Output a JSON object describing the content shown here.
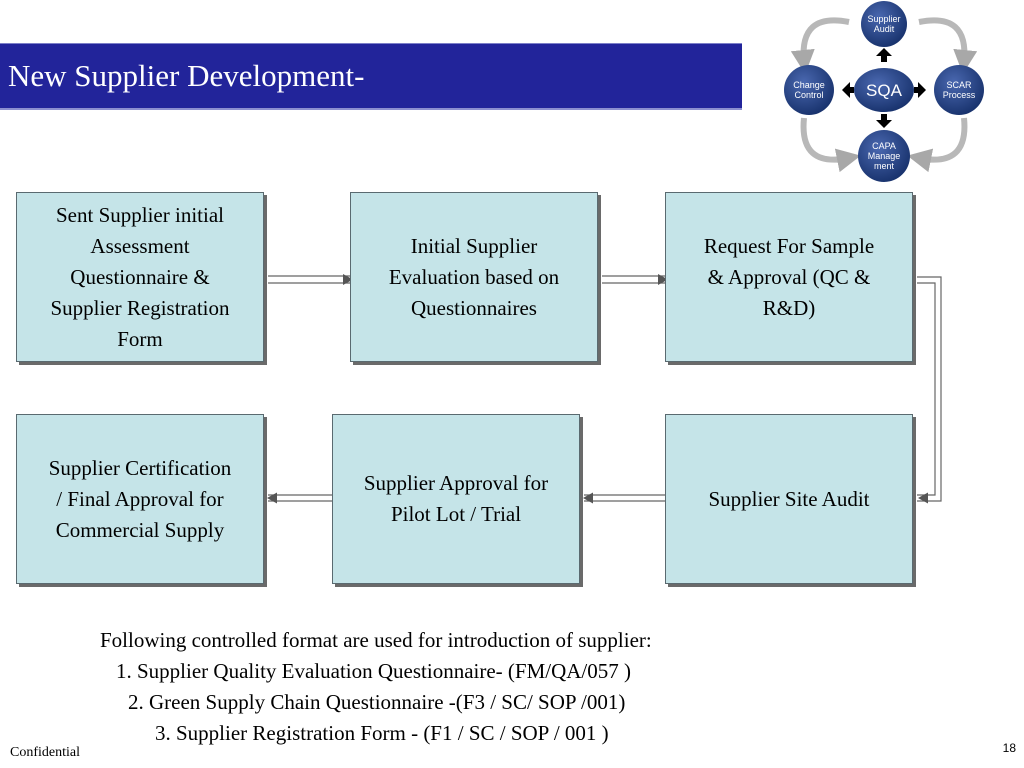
{
  "slide": {
    "title": "New Supplier Development-",
    "footer_left": "Confidential",
    "page_number": "18"
  },
  "sqa_cycle": {
    "center": "SQA",
    "top": [
      "Supplier",
      "Audit"
    ],
    "right": [
      "SCAR",
      "Process"
    ],
    "bottom": [
      "CAPA",
      "Manage",
      "ment"
    ],
    "left": [
      "Change",
      "Control"
    ],
    "colors": {
      "node": "#1e3a78",
      "arrow": "#000000",
      "cycle_arrow": "#b8b8b8"
    }
  },
  "flow": {
    "steps": [
      {
        "id": "step-1",
        "lines": [
          "Sent Supplier initial",
          "Assessment",
          "Questionnaire &",
          "Supplier  Registration",
          "Form"
        ]
      },
      {
        "id": "step-2",
        "lines": [
          "Initial Supplier",
          "Evaluation based on",
          "Questionnaires"
        ]
      },
      {
        "id": "step-3",
        "lines": [
          "Request For Sample",
          "& Approval  (QC &",
          "R&D)"
        ]
      },
      {
        "id": "step-4",
        "lines": [
          "Supplier Site Audit"
        ]
      },
      {
        "id": "step-5",
        "lines": [
          "Supplier Approval for",
          "Pilot Lot / Trial"
        ]
      },
      {
        "id": "step-6",
        "lines": [
          "Supplier Certification",
          "/ Final Approval for",
          "Commercial Supply"
        ]
      }
    ],
    "colors": {
      "box_fill": "#c5e4e8",
      "connector": "#555555"
    }
  },
  "notes": {
    "intro": "Following controlled format are used for introduction of supplier:",
    "items": [
      "1.   Supplier  Quality Evaluation Questionnaire- (FM/QA/057 )",
      "2.   Green Supply Chain Questionnaire -(F3 / SC/ SOP /001)",
      "3.   Supplier Registration Form - (F1 / SC / SOP / 001 )"
    ]
  }
}
